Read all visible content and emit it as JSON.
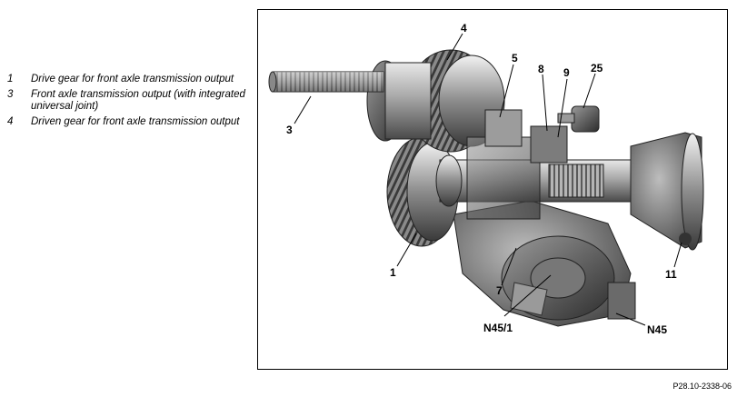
{
  "legend": [
    {
      "num": "1",
      "text": "Drive gear for front axle transmission output"
    },
    {
      "num": "3",
      "text": "Front axle transmission output (with integrated universal joint)"
    },
    {
      "num": "4",
      "text": "Driven gear for front axle transmission output"
    }
  ],
  "figure": {
    "callouts": {
      "c1": "1",
      "c3": "3",
      "c4": "4",
      "c5": "5",
      "c7": "7",
      "c8": "8",
      "c9": "9",
      "c11": "11",
      "c25": "25",
      "cN45_1": "N45/1",
      "cN45": "N45"
    },
    "reference": "P28.10-2338-06"
  }
}
